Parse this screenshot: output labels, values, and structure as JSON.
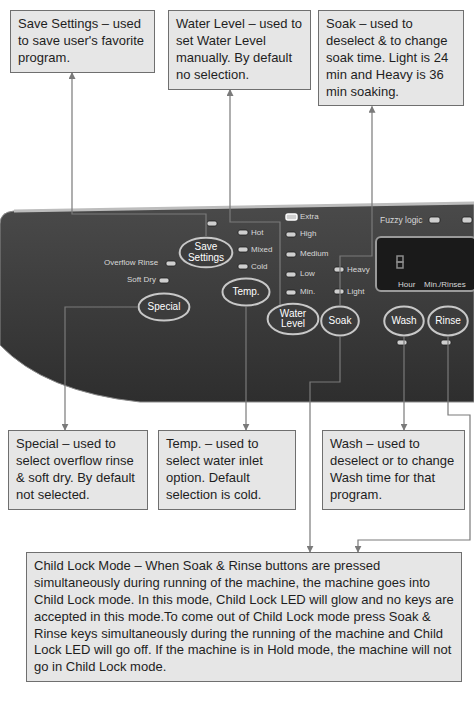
{
  "diagram": {
    "nodes": [
      {
        "text": [
          "Save Settings – used to save user's favorite program."
        ]
      },
      {
        "text": [
          "Water Level – used to set Water Level manually. By default no selection."
        ]
      },
      {
        "text": [
          "Soak – used to deselect & to change soak time. Light is 24 min and Heavy is 36 min soaking."
        ]
      },
      {
        "text": [
          "Save Settings"
        ]
      },
      {
        "text": [
          "Special"
        ]
      },
      {
        "text": [
          "Temp."
        ]
      },
      {
        "text": [
          "Water Level"
        ]
      },
      {
        "text": [
          "Soak"
        ]
      },
      {
        "text": [
          "Wash"
        ]
      },
      {
        "text": [
          "Rinse"
        ]
      },
      {
        "text": [
          "Special – used to select overflow rinse & soft dry. By default not selected."
        ]
      },
      {
        "text": [
          "Temp. – used to select water inlet option. Default selection is cold."
        ]
      },
      {
        "text": [
          "Wash – used to deselect or to change Wash time for that program."
        ]
      },
      {
        "text": [
          "Child Lock Mode – When Soak & Rinse buttons are pressed simultaneously during running of the machine, the machine goes into Child Lock mode. In this mode, Child Lock LED will glow and no keys are accepted in this mode.To come out of Child Lock mode press Soak & Rinse keys simultaneously during the running of the machine and Child Lock LED will go off. If the machine is in Hold mode, the machine will not go in Child Lock mode."
        ]
      }
    ],
    "edges": [
      {
        "from": 3,
        "to": 0,
        "arrow": "to"
      },
      {
        "from": 6,
        "to": 1,
        "arrow": "to"
      },
      {
        "from": 7,
        "to": 2,
        "arrow": "to"
      },
      {
        "from": 4,
        "to": 10,
        "arrow": "to"
      },
      {
        "from": 5,
        "to": 11,
        "arrow": "to"
      },
      {
        "from": 8,
        "to": 12,
        "arrow": "to"
      },
      {
        "from": 7,
        "to": 13,
        "arrow": "to"
      },
      {
        "from": 9,
        "to": 13,
        "arrow": "to"
      }
    ],
    "labels": [
      "Overflow Rinse",
      "Soft Dry",
      "Hot",
      "Mixed",
      "Cold",
      "Extra",
      "High",
      "Medium",
      "Low",
      "Min.",
      "Heavy",
      "Light",
      "Fuzzy logic",
      "Hour",
      "Min./Rinses"
    ]
  }
}
